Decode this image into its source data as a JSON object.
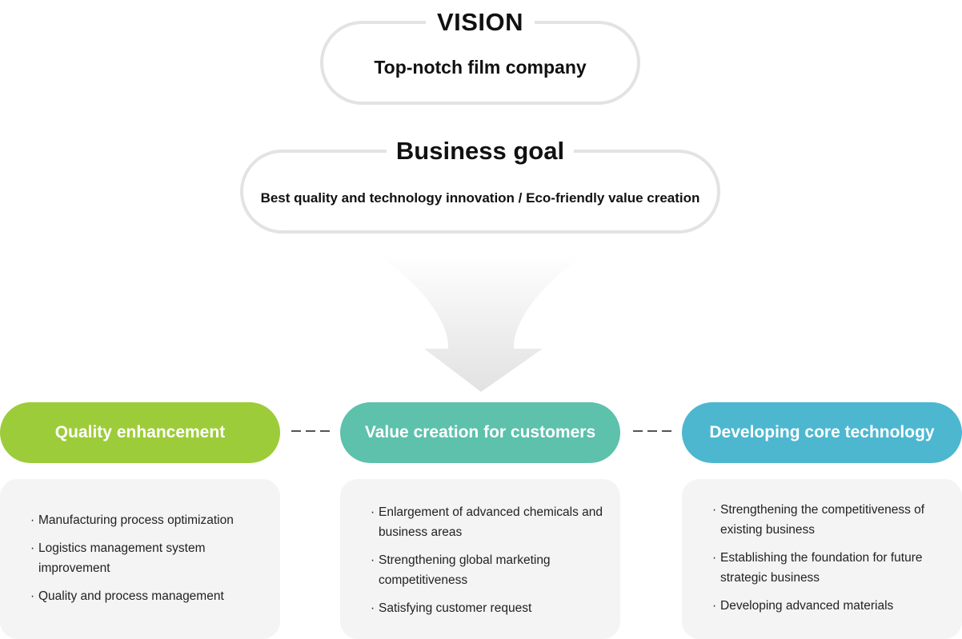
{
  "vision": {
    "title": "VISION",
    "text": "Top-notch film company"
  },
  "business_goal": {
    "title": "Business goal",
    "text": "Best quality and technology innovation / Eco-friendly value creation"
  },
  "strategies": [
    {
      "label": "Quality enhancement",
      "color": "#9dcc3a",
      "items": [
        "Manufacturing process optimization",
        "Logistics management system improvement",
        "Quality and process management"
      ]
    },
    {
      "label": "Value creation for customers",
      "color": "#5dc1ac",
      "items": [
        "Enlargement of advanced chemicals and business areas",
        "Strengthening global marketing competitiveness",
        "Satisfying customer request"
      ]
    },
    {
      "label": "Developing core technology",
      "color": "#4db7d0",
      "items": [
        "Strengthening the competitiveness of existing business",
        "Establishing the foundation for future strategic business",
        "Developing advanced materials"
      ]
    }
  ],
  "icons": {
    "funnel": "funnel-arrow-icon",
    "connector": "dashed-connector"
  }
}
